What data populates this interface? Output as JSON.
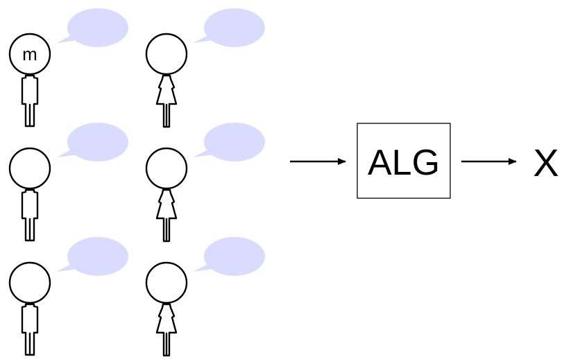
{
  "people": [
    {
      "id": "p1",
      "kind": "male",
      "head_label": "m"
    },
    {
      "id": "p2",
      "kind": "female",
      "head_label": ""
    },
    {
      "id": "p3",
      "kind": "male",
      "head_label": ""
    },
    {
      "id": "p4",
      "kind": "female",
      "head_label": ""
    },
    {
      "id": "p5",
      "kind": "male",
      "head_label": ""
    },
    {
      "id": "p6",
      "kind": "female",
      "head_label": ""
    }
  ],
  "algorithm": {
    "label": "ALG"
  },
  "output": {
    "label": "X"
  },
  "colors": {
    "speech_bubble": "#d9dcff",
    "stroke": "#000000",
    "background": "#ffffff"
  }
}
